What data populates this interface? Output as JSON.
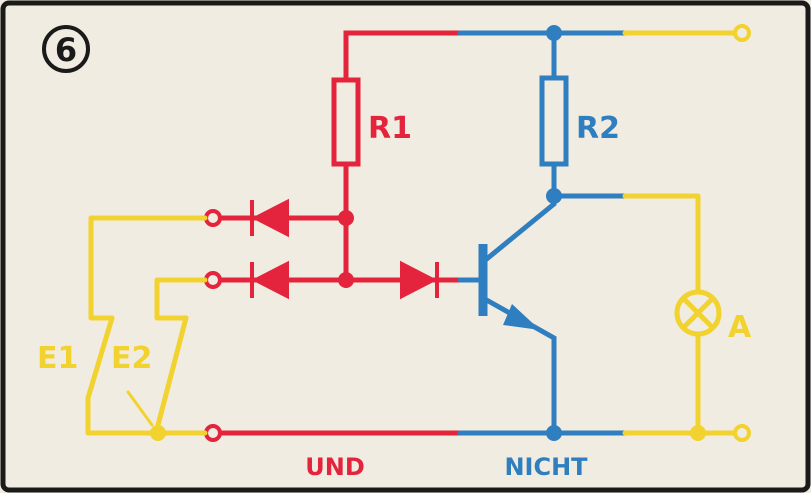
{
  "figure": {
    "number": "6",
    "labels": {
      "r1": "R1",
      "r2": "R2",
      "e1": "E1",
      "e2": "E2",
      "lamp": "A",
      "und": "UND",
      "nicht": "NICHT"
    }
  },
  "colors": {
    "paper": "#f1ece1",
    "red": "#e3243c",
    "blue": "#2f7ec0",
    "yellow": "#f2d22e",
    "black": "#1a1a1a"
  }
}
